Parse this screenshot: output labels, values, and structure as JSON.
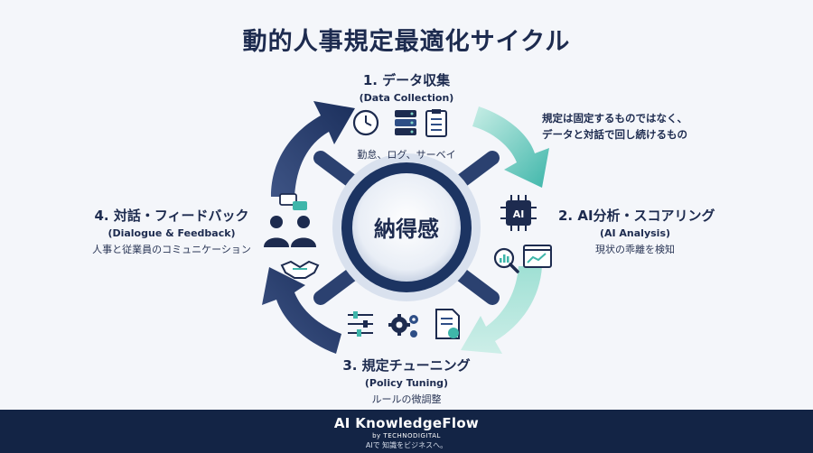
{
  "title": "動的人事規定最適化サイクル",
  "center": {
    "label": "納得感"
  },
  "stages": [
    {
      "title": "1. データ収集",
      "subtitle": "(Data Collection)",
      "description": "勤怠、ログ、サーベイ"
    },
    {
      "title": "2. AI分析・スコアリング",
      "subtitle": "(AI Analysis)",
      "description": "現状の乖離を検知"
    },
    {
      "title": "3. 規定チューニング",
      "subtitle": "(Policy Tuning)",
      "description": "ルールの微調整"
    },
    {
      "title": "4. 対話・フィードバック",
      "subtitle": "(Dialogue & Feedback)",
      "description": "人事と従業員のコミュニケーション"
    }
  ],
  "note": {
    "line1": "規定は固定するものではなく、",
    "line2": "データと対話で回し続けるもの"
  },
  "ai_chip_label": "AI",
  "footer": {
    "brand": "AI KnowledgeFlow",
    "by": "by TECHNODIGITAL",
    "tagline": "AIで 知識をビジネスへ。"
  },
  "colors": {
    "navy": "#1b2f5c",
    "teal": "#4fc3b4",
    "footer_bg": "#132445"
  },
  "icons": [
    "clock-icon",
    "database-icon",
    "clipboard-icon",
    "ai-chip-icon",
    "magnifier-chart-icon",
    "trend-chart-icon",
    "sliders-icon",
    "gears-icon",
    "document-sync-icon",
    "chat-icon",
    "people-icon",
    "handshake-icon"
  ]
}
